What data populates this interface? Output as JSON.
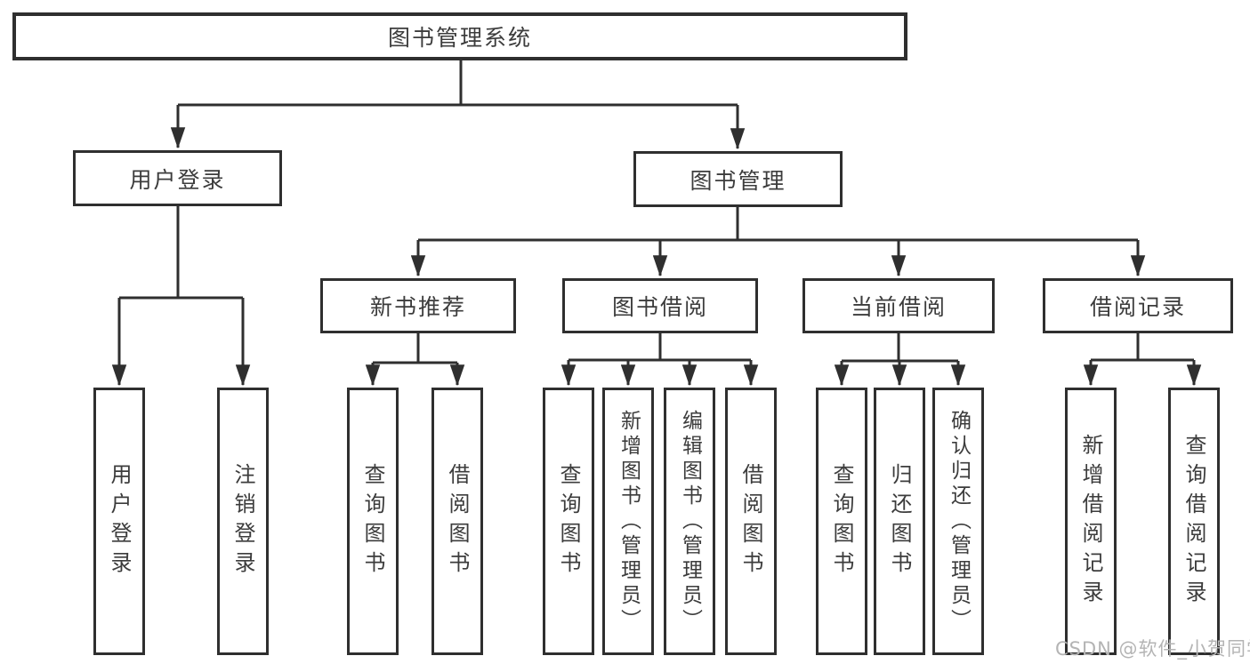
{
  "colors": {
    "bg": "#ffffff",
    "line": "#2f2f2f",
    "text": "#3c3c3c",
    "watermark": "#b4b4b4"
  },
  "nodes": {
    "root": "图书管理系统",
    "user_login": "用户登录",
    "book_mgmt": "图书管理",
    "new_book_rec": "新书推荐",
    "book_borrow": "图书借阅",
    "current_borrow": "当前借阅",
    "borrow_records": "借阅记录",
    "ul_user_login": "用户登录",
    "ul_logout": "注销登录",
    "nb_query_book": "查询图书",
    "nb_borrow_book": "借阅图书",
    "bb_query_book": "查询图书",
    "bb_add_book": "新增图书（管理员）",
    "bb_edit_book": "编辑图书（管理员）",
    "bb_borrow_book": "借阅图书",
    "cb_query_book": "查询图书",
    "cb_return_book": "归还图书",
    "cb_confirm_return": "确认归还（管理员）",
    "br_add_record": "新增借阅记录",
    "br_query_record": "查询借阅记录"
  },
  "hierarchy": {
    "图书管理系统": {
      "用户登录": [
        "用户登录",
        "注销登录"
      ],
      "图书管理": {
        "新书推荐": [
          "查询图书",
          "借阅图书"
        ],
        "图书借阅": [
          "查询图书",
          "新增图书（管理员）",
          "编辑图书（管理员）",
          "借阅图书"
        ],
        "当前借阅": [
          "查询图书",
          "归还图书",
          "确认归还（管理员）"
        ],
        "借阅记录": [
          "新增借阅记录",
          "查询借阅记录"
        ]
      }
    }
  },
  "watermark": {
    "text": "CSDN @软件_小贺同学"
  }
}
